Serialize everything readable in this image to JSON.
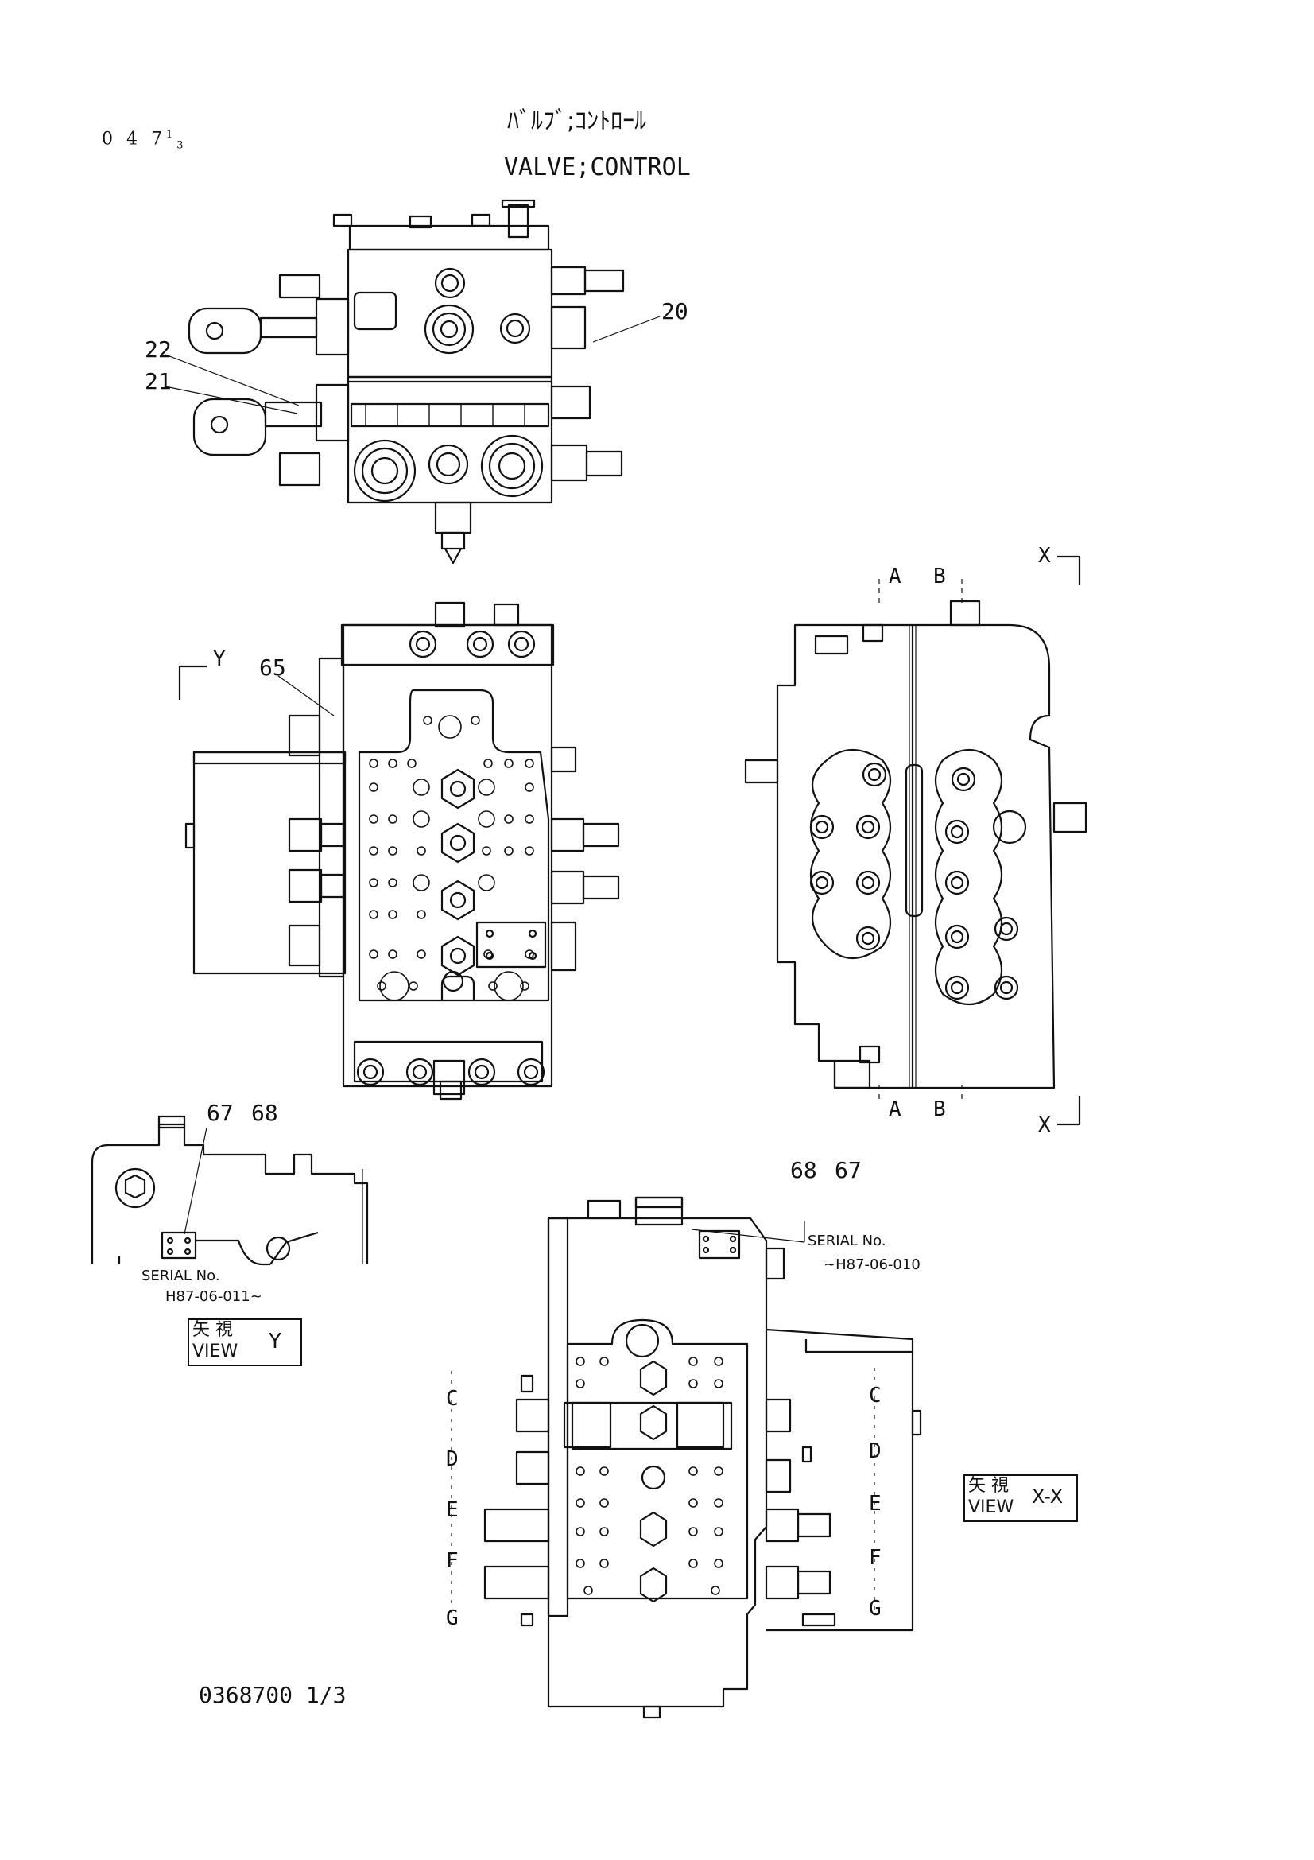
{
  "header": {
    "page_code": "0 4 7",
    "page_sup": "1",
    "page_sub": "3",
    "title_jp": "ﾊﾞﾙﾌﾞ;ｺﾝﾄﾛｰﾙ",
    "title_en": "VALVE;CONTROL"
  },
  "callouts": {
    "c20": "20",
    "c22": "22",
    "c21": "21",
    "c65": "65",
    "c67a": "67",
    "c68a": "68",
    "c68b": "68",
    "c67b": "67"
  },
  "section_marks": {
    "y_top": "Y",
    "x_top": "X",
    "x_bottom": "X",
    "a_top": "A",
    "b_top": "B",
    "a_bottom": "A",
    "b_bottom": "B",
    "left_letters": [
      "C",
      "D",
      "E",
      "F",
      "G"
    ],
    "right_letters": [
      "C",
      "D",
      "E",
      "F",
      "G"
    ]
  },
  "serial_notes": {
    "left_title": "SERIAL No.",
    "left_value": "H87-06-011~",
    "right_title": "SERIAL No.",
    "right_value": "~H87-06-010"
  },
  "views": {
    "view_y": {
      "kanji": "矢 視",
      "label": "VIEW",
      "suffix": "Y"
    },
    "view_xx": {
      "kanji": "矢 視",
      "label": "VIEW",
      "suffix": "X-X"
    }
  },
  "footer": {
    "drawing_no": "0368700 1/3"
  }
}
